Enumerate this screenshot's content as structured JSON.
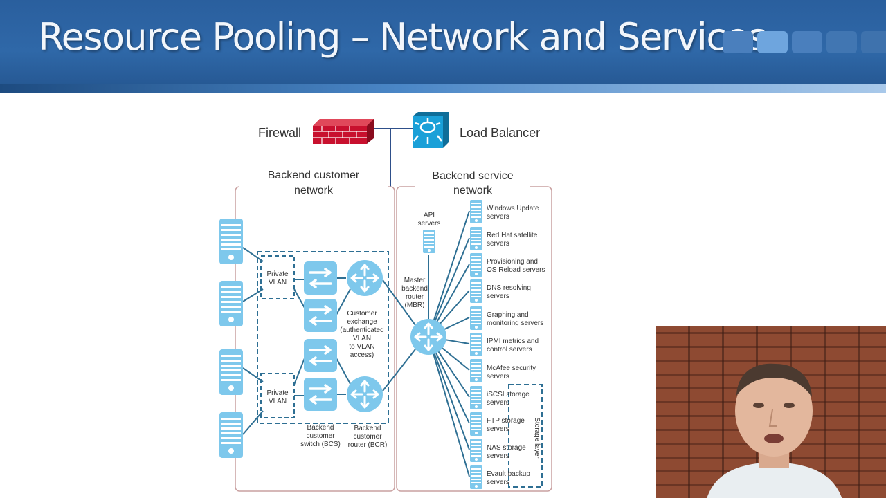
{
  "slide": {
    "title": "Resource Pooling – Network and Services"
  },
  "top": {
    "firewall": "Firewall",
    "load_balancer": "Load Balancer"
  },
  "customer_network": {
    "title_line1": "Backend customer",
    "title_line2": "network",
    "private_vlan": [
      "Private",
      "VLAN"
    ],
    "customer_exchange": [
      "Customer",
      "exchange",
      "(authenticated",
      "VLAN",
      "to VLAN",
      "access)"
    ],
    "bcs_label": [
      "Backend",
      "customer",
      "switch (BCS)"
    ],
    "bcr_label": [
      "Backend",
      "customer",
      "router (BCR)"
    ]
  },
  "service_network": {
    "title_line1": "Backend service",
    "title_line2": "network",
    "api": [
      "API",
      "servers"
    ],
    "mbr": [
      "Master",
      "backend",
      "router",
      "(MBR)"
    ],
    "services": [
      [
        "Windows Update",
        "servers"
      ],
      [
        "Red Hat satellite",
        "servers"
      ],
      [
        "Provisioning and",
        "OS Reload servers"
      ],
      [
        "DNS resolving",
        "servers"
      ],
      [
        "Graphing and",
        "monitoring servers"
      ],
      [
        "IPMI metrics and",
        "control servers"
      ],
      [
        "McAfee security",
        "servers"
      ],
      [
        "iSCSI storage",
        "servers"
      ],
      [
        "FTP storage",
        "servers"
      ],
      [
        "NAS storage",
        "servers"
      ],
      [
        "Evault backup",
        "servers"
      ]
    ],
    "storage_layer": "Storage layer"
  },
  "colors": {
    "header": "#2f68a8",
    "device": "#7ec8ec",
    "link": "#2e6f93",
    "network_border": "#c9a0a0",
    "firewall": "#c8102e",
    "load_balancer": "#1aa0d8"
  },
  "icons": [
    "firewall-icon",
    "load-balancer-icon",
    "server-icon",
    "switch-icon",
    "router-icon"
  ]
}
